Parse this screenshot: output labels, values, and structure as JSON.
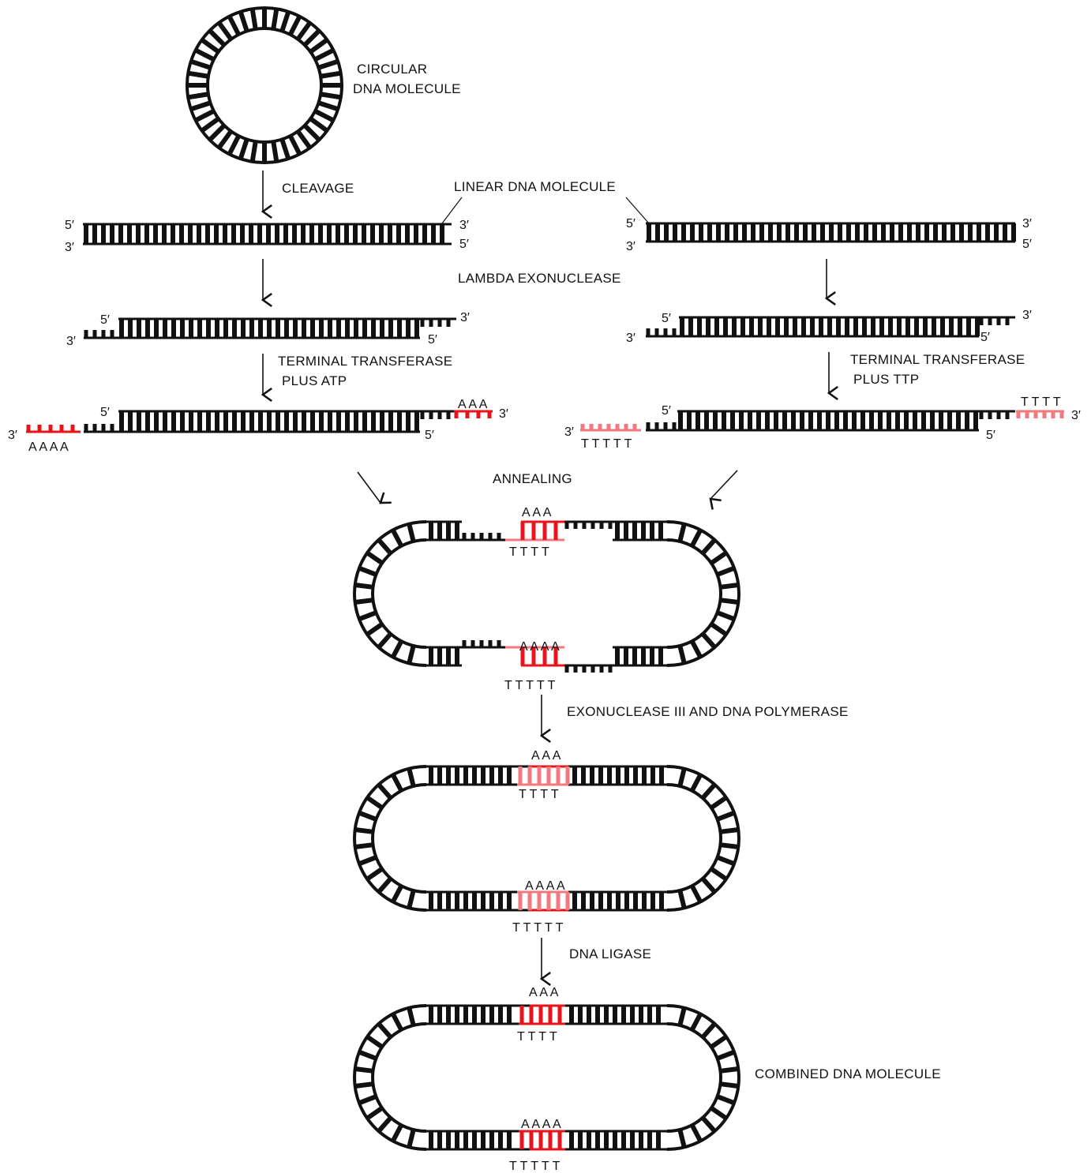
{
  "labels": {
    "circular": [
      "CIRCULAR",
      "DNA MOLECULE"
    ],
    "cleavage": "CLEAVAGE",
    "linear": "LINEAR DNA MOLECULE",
    "lambda": "LAMBDA EXONUCLEASE",
    "tt_left": [
      "TERMINAL TRANSFERASE",
      "PLUS ATP"
    ],
    "tt_right": [
      "TERMINAL TRANSFERASE",
      "PLUS TTP"
    ],
    "annealing": "ANNEALING",
    "exo3": "EXONUCLEASE III AND DNA POLYMERASE",
    "ligase": "DNA LIGASE",
    "combined": "COMBINED DNA MOLECULE"
  },
  "ends": {
    "five": "5′",
    "three": "3′"
  },
  "tails": {
    "left_aaa": "A A A",
    "left_aaaa": "A A A A",
    "right_tttt": "T T T T",
    "right_ttttt": "T T T T T"
  },
  "stages": [
    {
      "top_a": "A A A",
      "top_t": "T T T T",
      "bot_a": "A A A A",
      "bot_t": "T T T T T"
    },
    {
      "top_a": "A A A",
      "top_t": "T T T T",
      "bot_a": "A A A A",
      "bot_t": "T T T T T"
    },
    {
      "top_a": "A A A",
      "top_t": "T T T T",
      "bot_a": "A A A A",
      "bot_t": "T T T T T"
    }
  ],
  "colors": {
    "strand": "#111111",
    "tail": "#e8141b",
    "tail_pale": "#f07a80"
  }
}
